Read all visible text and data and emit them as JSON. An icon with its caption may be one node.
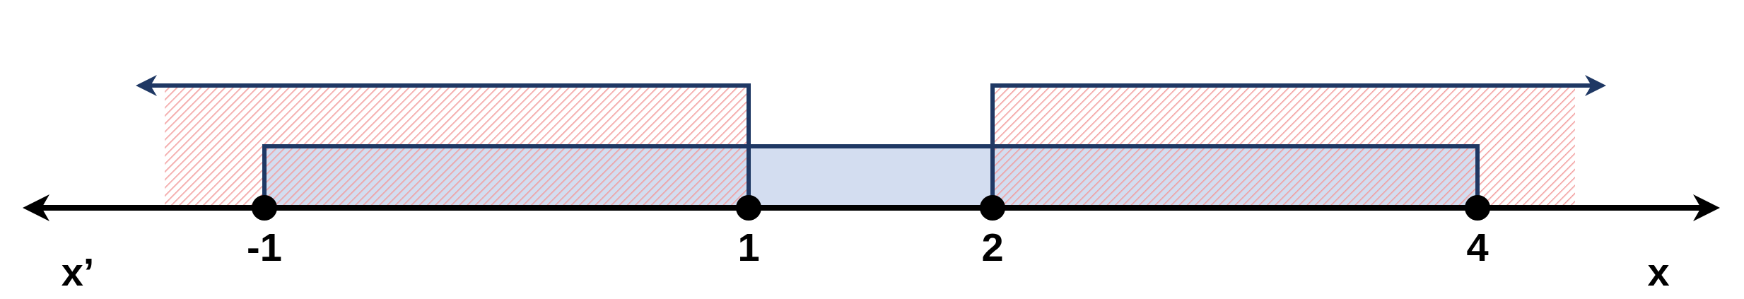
{
  "diagram": {
    "labels": [
      "x’",
      "-1",
      "1",
      "2",
      "4",
      "x"
    ]
  }
}
